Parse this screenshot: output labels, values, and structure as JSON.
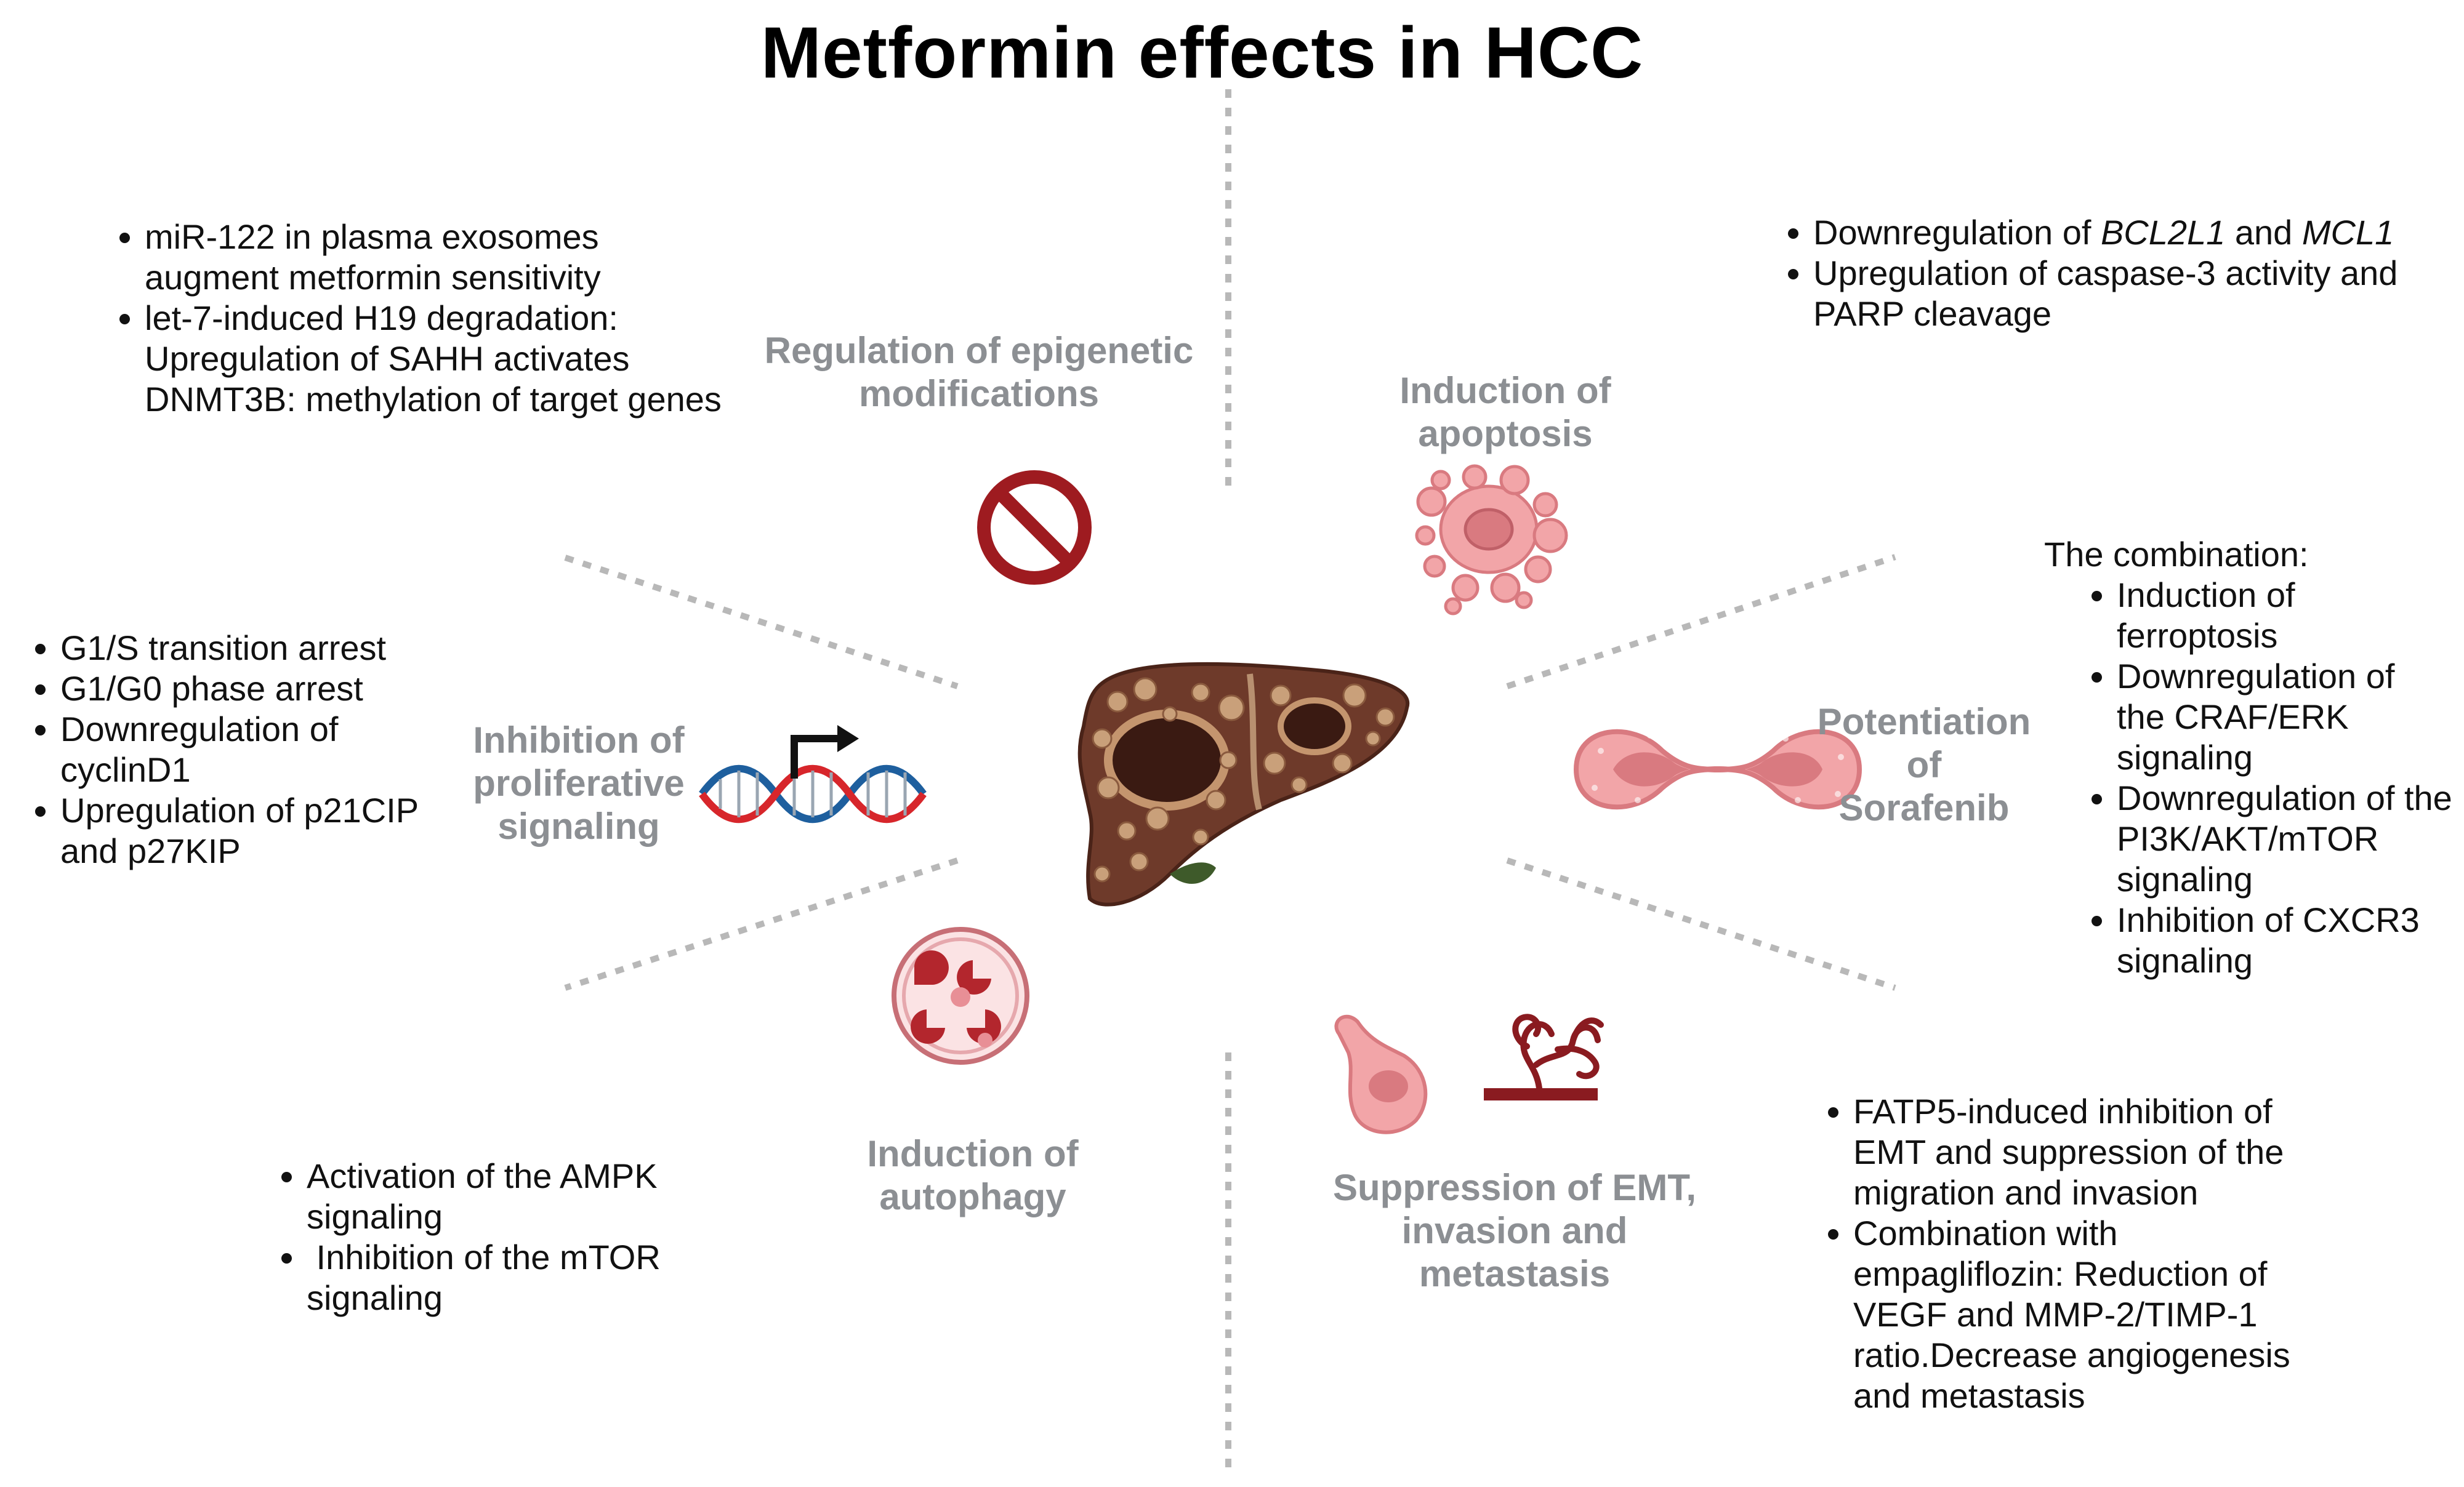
{
  "title": "Metformin effects in HCC",
  "colors": {
    "label_gray": "#8c8f93",
    "divider_gray": "#b8b8b8",
    "liver_brown": "#6e3a2a",
    "cell_pink": "#f2a5a8",
    "cell_pink_dark": "#d97a80",
    "prohibit_red": "#9e1b20",
    "dna_red": "#d7262b",
    "dna_blue": "#1e5f9e"
  },
  "icons": {
    "center": "liver-icon",
    "epigenetic": "prohibition-icon",
    "apoptosis": "apoptotic-cell-icon",
    "proliferative": "dna-transcription-icon",
    "sorafenib": "dividing-cell-icon",
    "autophagy": "autophagosome-icon",
    "emt": [
      "migrating-cell-icon",
      "blood-vessel-icon"
    ]
  },
  "sections": {
    "epigenetic": {
      "label_lines": [
        "Regulation of epigenetic",
        "modifications"
      ],
      "bullets": [
        [
          "miR-122 in plasma exosomes",
          "augment metformin sensitivity"
        ],
        [
          "let-7-induced H19 degradation:",
          "Upregulation of SAHH activates",
          "DNMT3B: methylation of target genes"
        ]
      ]
    },
    "apoptosis": {
      "label_lines": [
        "Induction of",
        "apoptosis"
      ],
      "bullet1": {
        "pre": "Downregulation of ",
        "gene1": "BCL2L1",
        "mid": " and ",
        "gene2": "MCL1"
      },
      "bullet2": [
        "Upregulation of caspase-3 activity and",
        "PARP cleavage"
      ]
    },
    "proliferative": {
      "label_lines": [
        "Inhibition of",
        "proliferative",
        "signaling"
      ],
      "bullets": [
        [
          "G1/S transition arrest"
        ],
        [
          "G1/G0 phase arrest"
        ],
        [
          "Downregulation of",
          "cyclinD1"
        ],
        [
          "Upregulation of p21CIP",
          "and p27KIP"
        ]
      ]
    },
    "sorafenib": {
      "label_lines": [
        "Potentiation",
        "of",
        "Sorafenib"
      ],
      "intro": "The combination:",
      "bullets": [
        [
          "Induction of",
          "ferroptosis"
        ],
        [
          "Downregulation of",
          "the CRAF/ERK",
          "signaling"
        ],
        [
          "Downregulation of the",
          "PI3K/AKT/mTOR",
          "signaling"
        ],
        [
          "Inhibition of CXCR3",
          "signaling"
        ]
      ]
    },
    "autophagy": {
      "label_lines": [
        "Induction of",
        "autophagy"
      ],
      "bullets": [
        [
          "Activation of the AMPK",
          "signaling"
        ],
        [
          " Inhibition of the mTOR",
          "signaling"
        ]
      ]
    },
    "emt": {
      "label_lines": [
        "Suppression of EMT,",
        "invasion and",
        "metastasis"
      ],
      "bullets": [
        [
          "FATP5-induced inhibition of",
          "EMT and suppression of the",
          "migration and invasion"
        ],
        [
          "Combination with",
          "empagliflozin: Reduction of",
          "VEGF and MMP-2/TIMP-1",
          "ratio.Decrease angiogenesis",
          "and metastasis"
        ]
      ]
    }
  }
}
